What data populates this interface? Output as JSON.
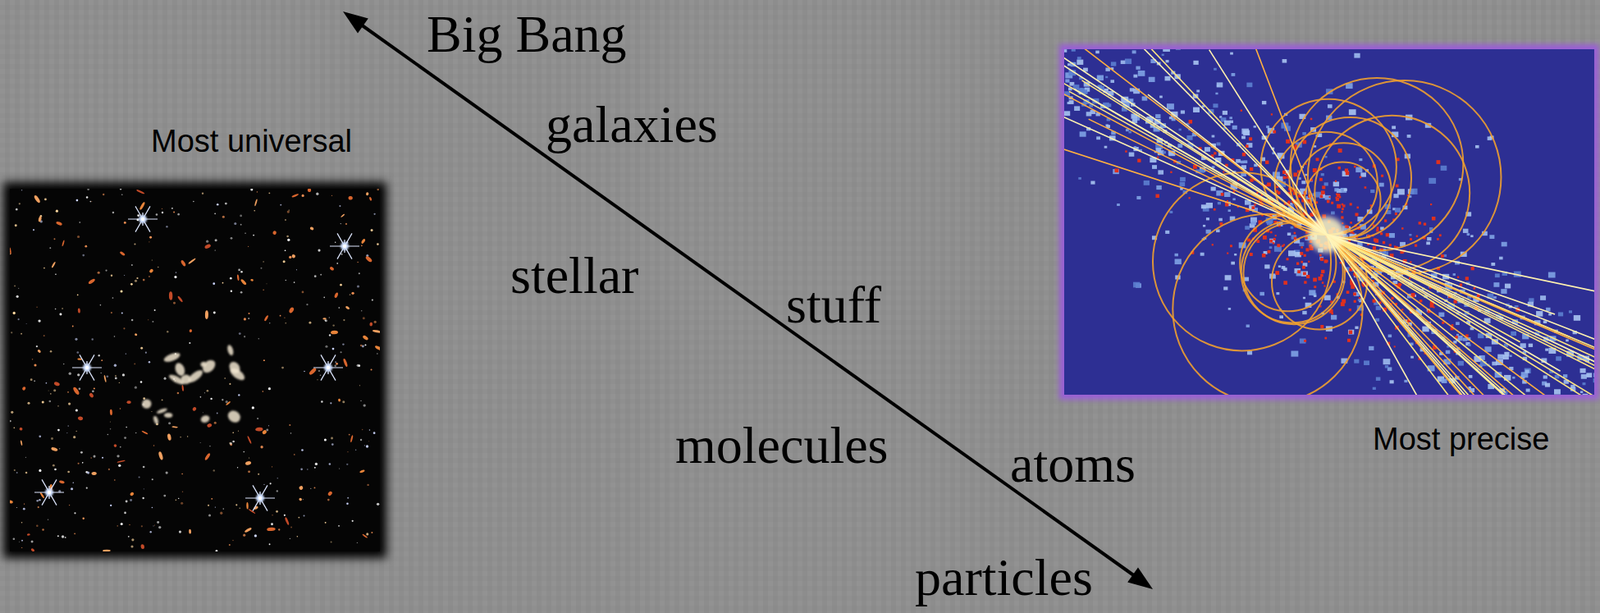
{
  "diagram": {
    "labels": [
      "Big Bang",
      "Most universal",
      "galaxies",
      "stellar",
      "stuff",
      "Most precise",
      "molecules",
      "atoms",
      "particles"
    ]
  }
}
